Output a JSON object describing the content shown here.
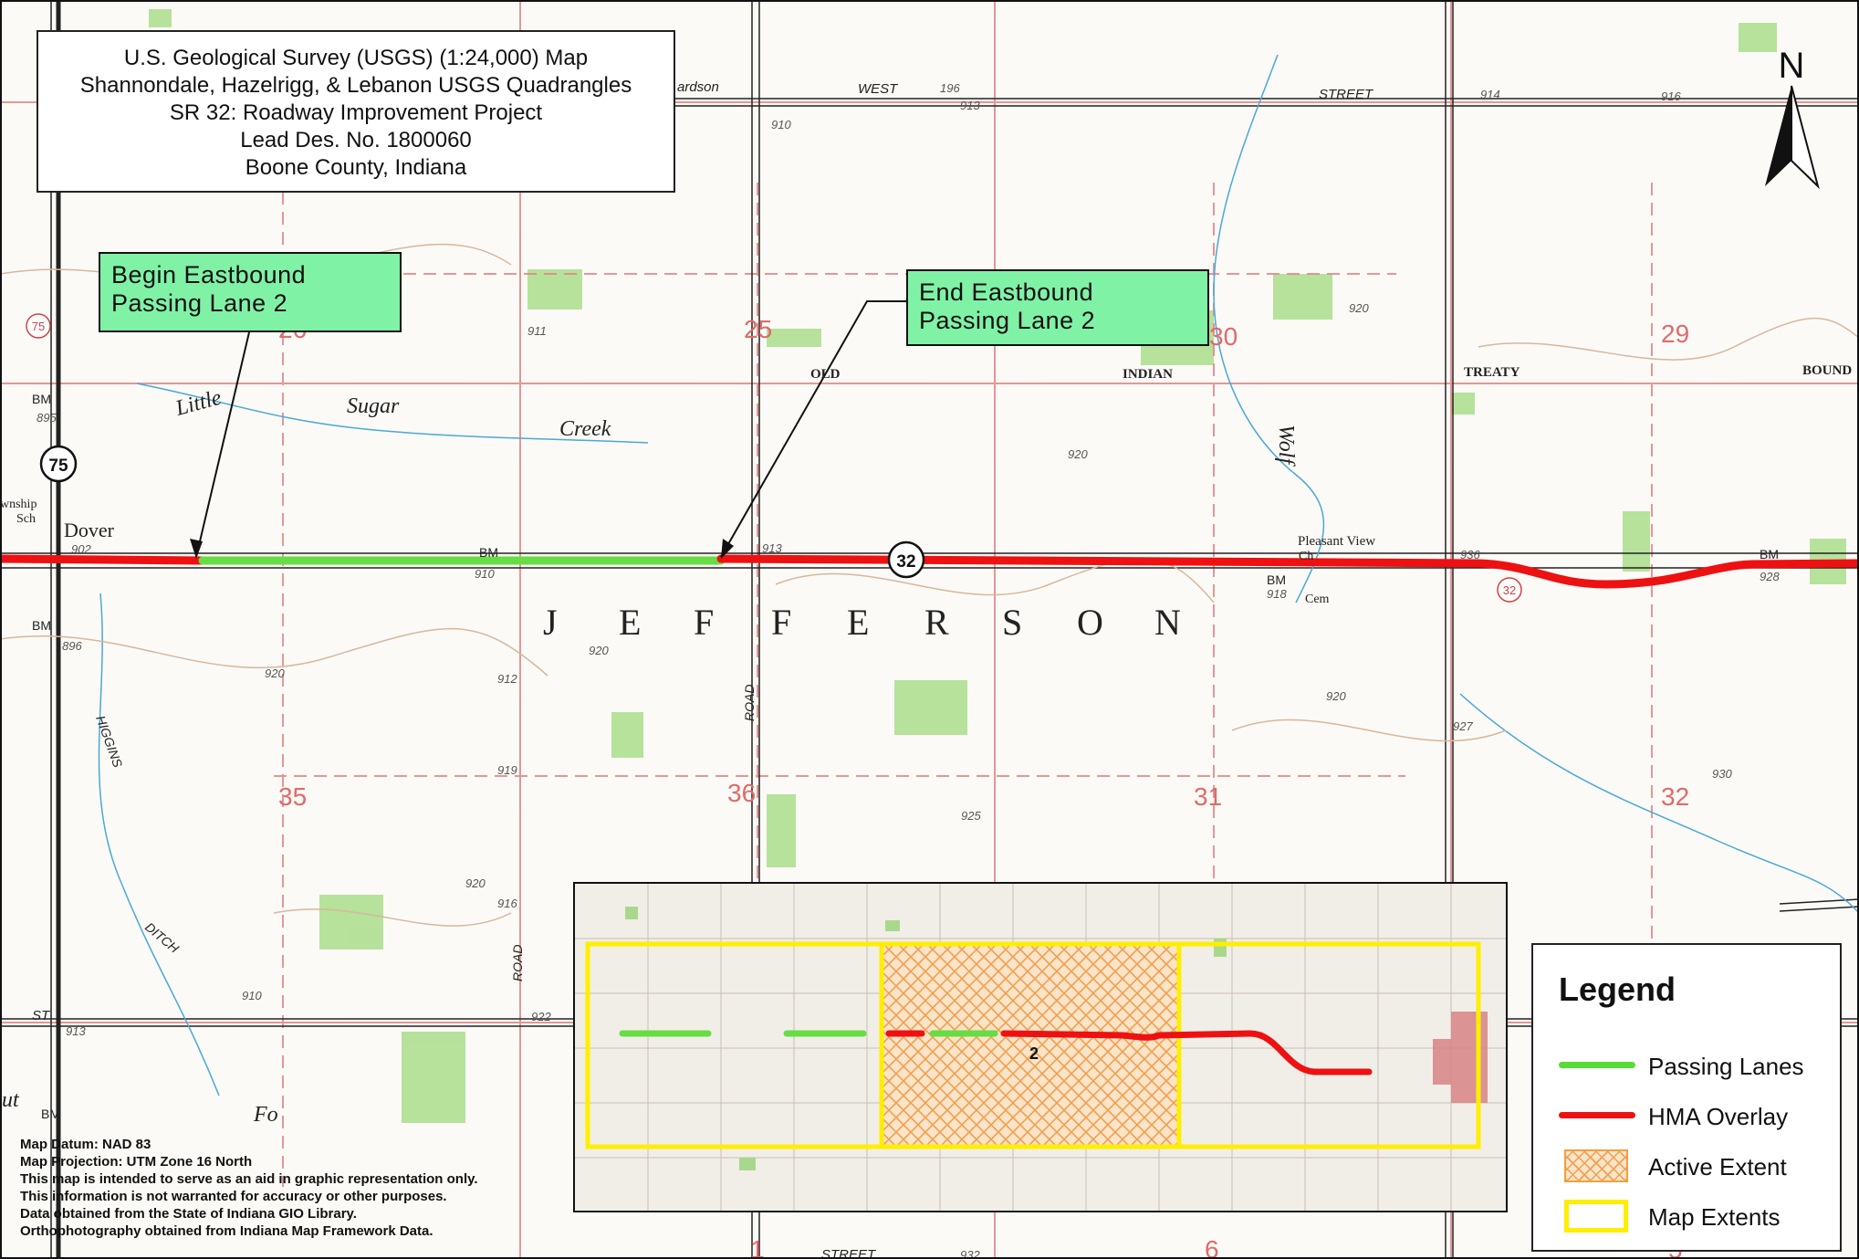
{
  "title_block": {
    "line1": "U.S. Geological Survey (USGS) (1:24,000) Map",
    "line2": "Shannondale, Hazelrigg, & Lebanon USGS Quadrangles",
    "line3": "SR 32: Roadway Improvement Project",
    "line4": "Lead Des. No. 1800060",
    "line5": "Boone County, Indiana"
  },
  "callouts": {
    "begin_line1": "Begin Eastbound",
    "begin_line2": "Passing Lane 2",
    "end_line1": "End Eastbound",
    "end_line2": "Passing Lane 2"
  },
  "north_arrow": {
    "label": "N"
  },
  "legend": {
    "title": "Legend",
    "items": [
      {
        "label": "Passing Lanes",
        "color": "#55dd33"
      },
      {
        "label": "HMA Overlay",
        "color": "#ee1111"
      },
      {
        "label": "Active Extent",
        "color": "#f2a04a"
      },
      {
        "label": "Map Extents",
        "color": "#ffee00"
      }
    ]
  },
  "notes": [
    "Map Datum: NAD 83",
    "Map Projection: UTM Zone 16 North",
    "This map is intended to serve as an aid in graphic representation only.",
    "This information is not warranted for accuracy or other purposes.",
    "Data obtained from the State of Indiana GIO Library.",
    "Orthophotography obtained from Indiana Map Framework Data."
  ],
  "route_shields": {
    "sr75": "75",
    "sr32": "32",
    "sr75_small": "75",
    "sr32_small": "32"
  },
  "inset": {
    "segment_label": "2"
  },
  "map_labels": {
    "sections": [
      "26",
      "25",
      "30",
      "29",
      "35",
      "36",
      "31",
      "32",
      "6",
      "5",
      "1"
    ],
    "township": [
      "J",
      "E",
      "F",
      "F",
      "E",
      "R",
      "S",
      "O",
      "N"
    ],
    "roads": {
      "west": "WEST",
      "street": "STREET",
      "old": "OLD",
      "indian": "INDIAN",
      "treaty": "TREATY",
      "bound": "BOUND",
      "road": "ROAD",
      "higgins": "HIGGINS",
      "ditch": "DITCH",
      "st": "ST",
      "ardson": "ardson",
      "street_bottom": "STREET"
    },
    "streams": {
      "little": "Little",
      "sugar": "Sugar",
      "creek": "Creek",
      "wolf": "Wolf",
      "fo": "Fo",
      "ut": "ut"
    },
    "places": {
      "dover": "Dover",
      "township_sch": "wnship",
      "sch": "Sch",
      "pleasant_view": "Pleasant View",
      "ch": "Ch",
      "cem": "Cem"
    },
    "bm": "BM",
    "elevations": [
      "196",
      "913",
      "914",
      "916",
      "910",
      "911",
      "920",
      "895",
      "902",
      "910",
      "913",
      "920",
      "936",
      "918",
      "928",
      "896",
      "912",
      "919",
      "925",
      "920",
      "927",
      "930",
      "920",
      "916",
      "922",
      "910",
      "913",
      "920",
      "920",
      "932"
    ]
  }
}
